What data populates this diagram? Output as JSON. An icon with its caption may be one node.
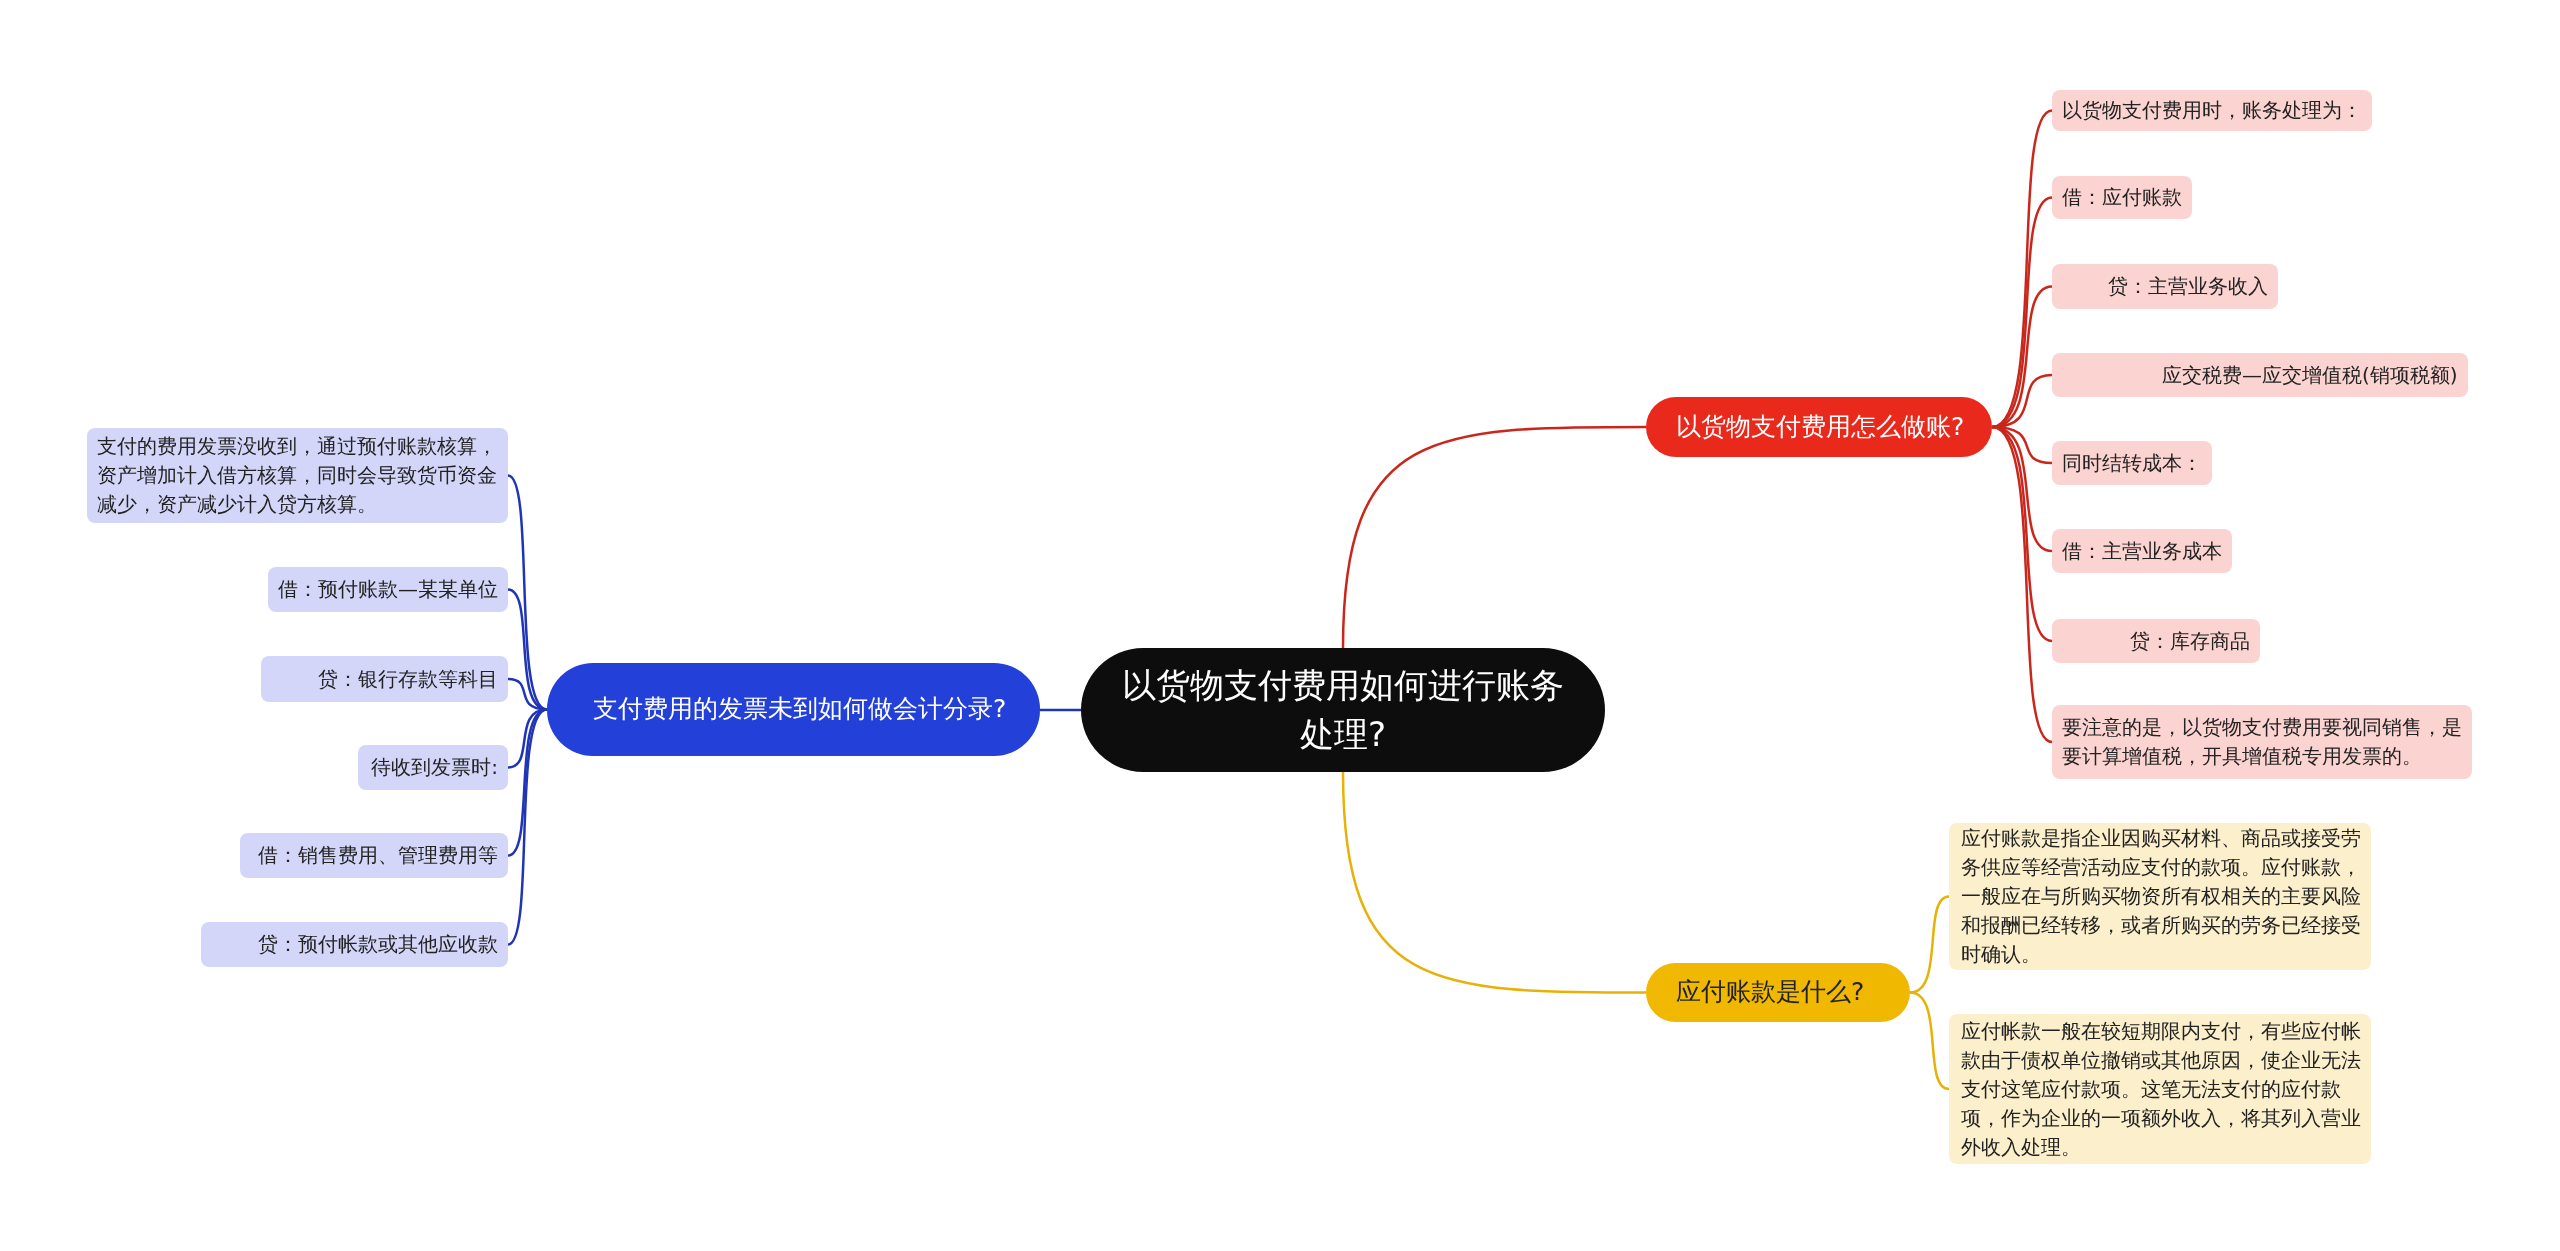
{
  "diagram": {
    "nodes": [
      {
        "text": [
          "以货物支付费用如何进行账务处理?"
        ]
      },
      {
        "text": [
          "以货物支付费用怎么做账?"
        ]
      },
      {
        "text": [
          "以货物支付费用时，账务处理为："
        ]
      },
      {
        "text": [
          "借：应付账款"
        ]
      },
      {
        "text": [
          "贷：主营业务收入"
        ]
      },
      {
        "text": [
          "应交税费—应交增值税(销项税额)"
        ]
      },
      {
        "text": [
          "同时结转成本："
        ]
      },
      {
        "text": [
          "借：主营业务成本"
        ]
      },
      {
        "text": [
          "贷：库存商品"
        ]
      },
      {
        "text": [
          "要注意的是，以货物支付费用要视同销售，是要计算增值税，开具增值税专用发票的。"
        ]
      },
      {
        "text": [
          "应付账款是什么?"
        ]
      },
      {
        "text": [
          "应付账款是指企业因购买材料、商品或接受劳务供应等经营活动应支付的款项。应付账款，一般应在与所购买物资所有权相关的主要风险和报酬已经转移，或者所购买的劳务已经接受时确认。"
        ]
      },
      {
        "text": [
          "应付帐款一般在较短期限内支付，有些应付帐款由于债权单位撤销或其他原因，使企业无法支付这笔应付款项。这笔无法支付的应付款项，作为企业的一项额外收入，将其列入营业外收入处理。"
        ]
      },
      {
        "text": [
          "支付费用的发票未到如何做会计分录?"
        ]
      },
      {
        "text": [
          "支付的费用发票没收到，通过预付账款核算，资产增加计入借方核算，同时会导致货币资金减少，资产减少计入贷方核算。"
        ]
      },
      {
        "text": [
          "借：预付账款—某某单位"
        ]
      },
      {
        "text": [
          "贷：银行存款等科目"
        ]
      },
      {
        "text": [
          "待收到发票时:"
        ]
      },
      {
        "text": [
          "借：销售费用、管理费用等"
        ]
      },
      {
        "text": [
          "贷：预付帐款或其他应收款"
        ]
      }
    ],
    "edges": [
      {
        "from": 0,
        "to": 1,
        "arrow": "none"
      },
      {
        "from": 1,
        "to": 2,
        "arrow": "none"
      },
      {
        "from": 1,
        "to": 3,
        "arrow": "none"
      },
      {
        "from": 1,
        "to": 4,
        "arrow": "none"
      },
      {
        "from": 1,
        "to": 5,
        "arrow": "none"
      },
      {
        "from": 1,
        "to": 6,
        "arrow": "none"
      },
      {
        "from": 1,
        "to": 7,
        "arrow": "none"
      },
      {
        "from": 1,
        "to": 8,
        "arrow": "none"
      },
      {
        "from": 1,
        "to": 9,
        "arrow": "none"
      },
      {
        "from": 0,
        "to": 10,
        "arrow": "none",
        "color": "#e6b208"
      },
      {
        "from": 10,
        "to": 11,
        "arrow": "none",
        "color": "#e6b208"
      },
      {
        "from": 10,
        "to": 12,
        "arrow": "none",
        "color": "#e6b208"
      },
      {
        "from": 0,
        "to": 13,
        "arrow": "none",
        "color": "#1f35b5"
      },
      {
        "from": 13,
        "to": 14,
        "arrow": "none",
        "color": "#1f35b5"
      },
      {
        "from": 13,
        "to": 15,
        "arrow": "none",
        "color": "#1f35b5"
      },
      {
        "from": 13,
        "to": 16,
        "arrow": "none",
        "color": "#1f35b5"
      },
      {
        "from": 13,
        "to": 17,
        "arrow": "none",
        "color": "#1f35b5"
      },
      {
        "from": 13,
        "to": 18,
        "arrow": "none",
        "color": "#1f35b5"
      },
      {
        "from": 13,
        "to": 19,
        "arrow": "none",
        "color": "#1f35b5"
      }
    ]
  }
}
